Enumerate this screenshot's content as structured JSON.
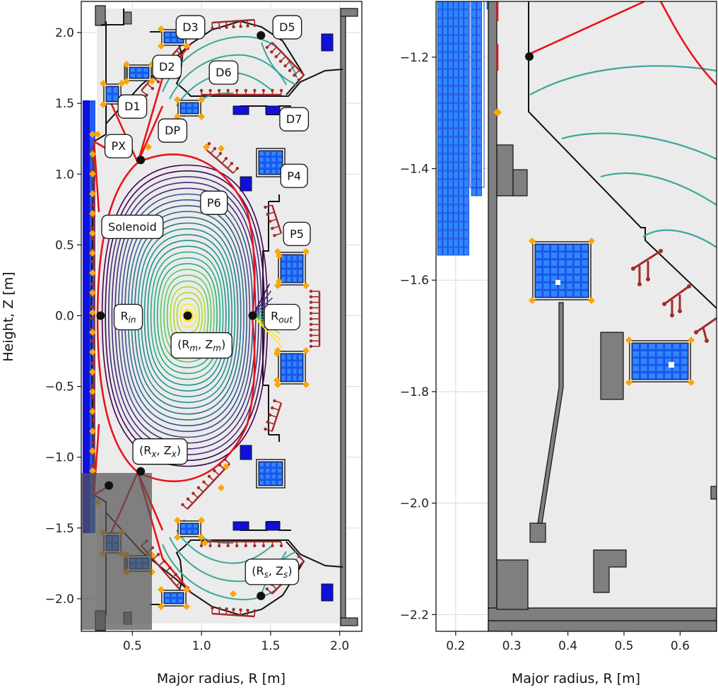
{
  "chart_data": [
    {
      "type": "scatter",
      "xlabel": "Major radius, R [m]",
      "ylabel": "Height, Z [m]",
      "xlim": [
        0.13,
        2.16
      ],
      "ylim": [
        -2.23,
        2.22
      ],
      "xticks": [
        0.5,
        1.0,
        1.5,
        2.0
      ],
      "xtick_labels": [
        "0.5",
        "1.0",
        "1.5",
        "2.0"
      ],
      "yticks": [
        -2.0,
        -1.5,
        -1.0,
        -0.5,
        0.0,
        0.5,
        1.0,
        1.5,
        2.0
      ],
      "ytick_labels": [
        "−2.0",
        "−1.5",
        "−1.0",
        "−0.5",
        "0.0",
        "0.5",
        "1.0",
        "1.5",
        "2.0"
      ],
      "grid": true,
      "points": [
        {
          "name": "magnetic-axis",
          "R": 0.9,
          "Z": 0.0
        },
        {
          "name": "inner-midplane",
          "R": 0.27,
          "Z": 0.0
        },
        {
          "name": "outer-midplane",
          "R": 1.37,
          "Z": 0.0
        },
        {
          "name": "upper-x-point",
          "R": 0.56,
          "Z": 1.1
        },
        {
          "name": "lower-x-point",
          "R": 0.56,
          "Z": -1.1
        },
        {
          "name": "upper-inner-x-point",
          "R": 0.33,
          "Z": 1.2
        },
        {
          "name": "lower-inner-x-point",
          "R": 0.33,
          "Z": -1.2
        },
        {
          "name": "upper-strike-point",
          "R": 1.43,
          "Z": 1.98
        },
        {
          "name": "lower-strike-point",
          "R": 1.43,
          "Z": -1.98
        }
      ],
      "annotations": [
        {
          "text": "D3",
          "R": 0.92,
          "Z": 2.04
        },
        {
          "text": "D5",
          "R": 1.62,
          "Z": 2.04
        },
        {
          "text": "D2",
          "R": 0.75,
          "Z": 1.76
        },
        {
          "text": "D6",
          "R": 1.16,
          "Z": 1.72
        },
        {
          "text": "D1",
          "R": 0.5,
          "Z": 1.48
        },
        {
          "text": "D7",
          "R": 1.67,
          "Z": 1.39
        },
        {
          "text": "DP",
          "R": 0.79,
          "Z": 1.31
        },
        {
          "text": "PX",
          "R": 0.4,
          "Z": 1.2
        },
        {
          "text": "P4",
          "R": 1.67,
          "Z": 0.99
        },
        {
          "text": "P6",
          "R": 1.09,
          "Z": 0.8
        },
        {
          "text": "Solenoid",
          "R": 0.5,
          "Z": 0.63
        },
        {
          "text": "P5",
          "R": 1.69,
          "Z": 0.58
        },
        {
          "text": "R",
          "sub": "in",
          "R": 0.47,
          "Z": 0.0
        },
        {
          "text": "R",
          "sub": "out",
          "R": 1.58,
          "Z": 0.0
        },
        {
          "text": "(R",
          "sub": "m",
          "mid": ", Z",
          "sub2": "m",
          "end": ")",
          "R": 1.0,
          "Z": -0.2
        },
        {
          "text": "(R",
          "sub": "x",
          "mid": ", Z",
          "sub2": "x",
          "end": ")",
          "R": 0.7,
          "Z": -0.95
        },
        {
          "text": "(R",
          "sub": "s",
          "mid": ", Z",
          "sub2": "s",
          "end": ")",
          "R": 1.51,
          "Z": -1.8
        }
      ]
    },
    {
      "type": "scatter",
      "xlabel": "Major radius, R [m]",
      "ylabel": "",
      "xlim": [
        0.165,
        0.665
      ],
      "ylim": [
        -2.23,
        -1.1
      ],
      "xticks": [
        0.2,
        0.3,
        0.4,
        0.5,
        0.6
      ],
      "xtick_labels": [
        "0.2",
        "0.3",
        "0.4",
        "0.5",
        "0.6"
      ],
      "yticks": [
        -2.2,
        -2.0,
        -1.8,
        -1.6,
        -1.4,
        -1.2
      ],
      "ytick_labels": [
        "−2.2",
        "−2.0",
        "−1.8",
        "−1.6",
        "−1.4",
        "−1.2"
      ],
      "grid": true,
      "points": [
        {
          "name": "lower-inner-x-point",
          "R": 0.33,
          "Z": -1.2
        }
      ]
    }
  ],
  "colors": {
    "background": "#ebebeb",
    "wall": "#111111",
    "separatrix": "#e8141a",
    "coil_fill": "#1f5cf5",
    "coil_cell": "#2f86ff",
    "coil_dark": "#1010dd",
    "probe": "#ffa500",
    "tile": "#a52a2a",
    "structure": "#7f7f7f",
    "grid": "#d9d9d9"
  }
}
